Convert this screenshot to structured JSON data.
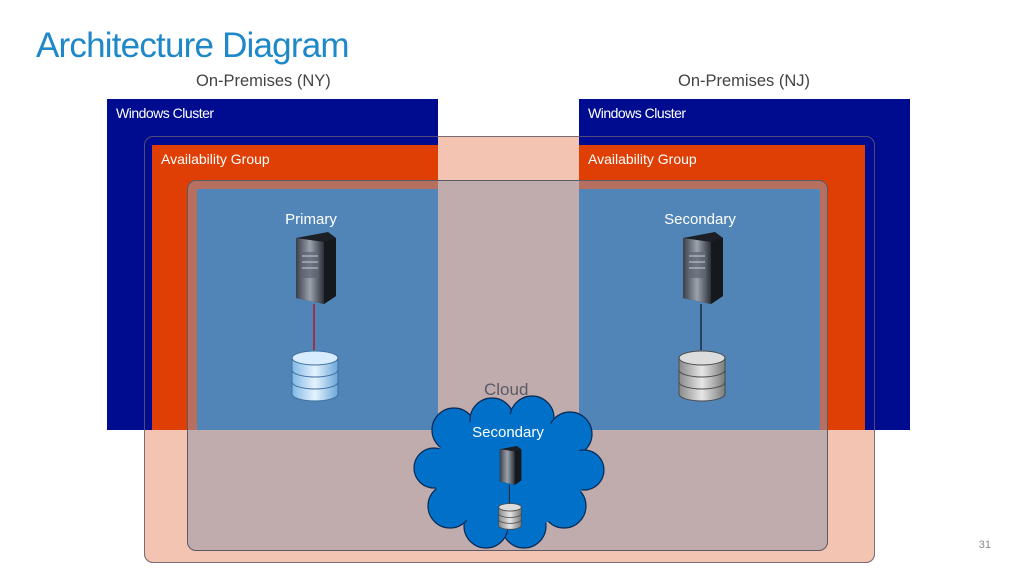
{
  "slide": {
    "title": "Architecture Diagram",
    "page_number": "31"
  },
  "sites": {
    "ny": {
      "label": "On-Premises (NY)",
      "cluster_label": "Windows Cluster",
      "ag_label": "Availability Group",
      "node_label": "Primary"
    },
    "nj": {
      "label": "On-Premises (NJ)",
      "cluster_label": "Windows Cluster",
      "ag_label": "Availability Group",
      "node_label": "Secondary"
    },
    "cloud": {
      "label": "Cloud",
      "node_label": "Secondary"
    }
  },
  "icons": [
    "server-tower-icon",
    "database-icon",
    "cloud-icon"
  ],
  "colors": {
    "windows_cluster": "#000c8f",
    "availability_group": "#df3f05",
    "replica": "#0070c8",
    "cloud_region": "#f3c4b2",
    "overlay": "#a9aab6",
    "title": "#1e88c8"
  }
}
